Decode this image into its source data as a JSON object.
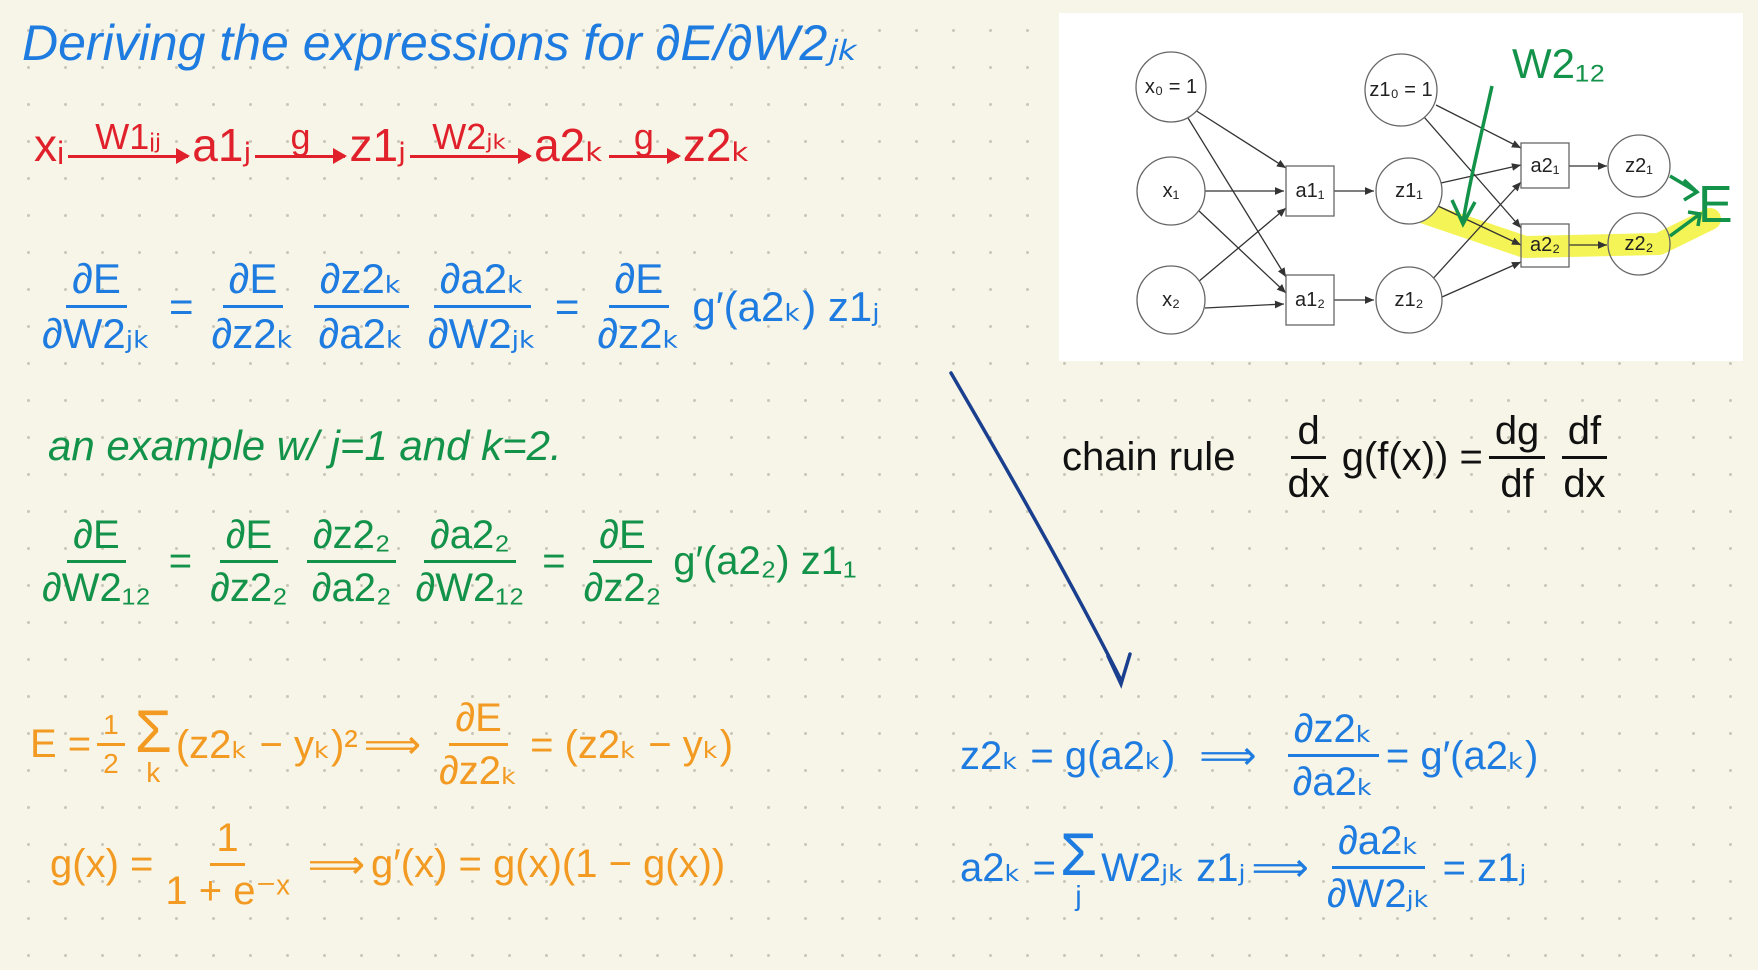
{
  "title": "Deriving the expressions for ∂E/∂W2ⱼₖ",
  "chain": {
    "nodes": [
      "xᵢ",
      "a1ⱼ",
      "z1ⱼ",
      "a2ₖ",
      "z2ₖ"
    ],
    "arrows": [
      "W1ᵢⱼ",
      "g",
      "W2ⱼₖ",
      "g"
    ]
  },
  "general_eq": {
    "lhs": {
      "num": "∂E",
      "den": "∂W2ⱼₖ"
    },
    "eq": "=",
    "f1": {
      "num": "∂E",
      "den": "∂z2ₖ"
    },
    "f2": {
      "num": "∂z2ₖ",
      "den": "∂a2ₖ"
    },
    "f3": {
      "num": "∂a2ₖ",
      "den": "∂W2ⱼₖ"
    },
    "f4": {
      "num": "∂E",
      "den": "∂z2ₖ"
    },
    "tail": "g′(a2ₖ) z1ⱼ"
  },
  "example_label": "an example w/ j=1 and k=2.",
  "example_eq": {
    "lhs": {
      "num": "∂E",
      "den": "∂W2₁₂"
    },
    "eq": "=",
    "f1": {
      "num": "∂E",
      "den": "∂z2₂"
    },
    "f2": {
      "num": "∂z2₂",
      "den": "∂a2₂"
    },
    "f3": {
      "num": "∂a2₂",
      "den": "∂W2₁₂"
    },
    "f4": {
      "num": "∂E",
      "den": "∂z2₂"
    },
    "tail": "g′(a2₂) z1₁"
  },
  "error_eq": {
    "lhs": "E =",
    "half": {
      "num": "1",
      "den": "2"
    },
    "sigma": "Σ",
    "sigma_index": "k",
    "term": "(z2ₖ − yₖ)²",
    "implies": "⟹",
    "frac": {
      "num": "∂E",
      "den": "∂z2ₖ"
    },
    "rhs": "= (z2ₖ − yₖ)"
  },
  "sigmoid_eq": {
    "lhs": "g(x) =",
    "frac": {
      "num": "1",
      "den": "1 + e⁻ˣ"
    },
    "implies": "⟹",
    "rhs": "g′(x) = g(x)(1 − g(x))"
  },
  "z_eq": {
    "lhs": "z2ₖ = g(a2ₖ)",
    "implies": "⟹",
    "frac": {
      "num": "∂z2ₖ",
      "den": "∂a2ₖ"
    },
    "rhs": "= g′(a2ₖ)"
  },
  "a_eq": {
    "lhs": "a2ₖ =",
    "sigma": "Σ",
    "sigma_index": "j",
    "term": "W2ⱼₖ z1ⱼ",
    "implies": "⟹",
    "frac": {
      "num": "∂a2ₖ",
      "den": "∂W2ⱼₖ"
    },
    "rhs": "= z1ⱼ"
  },
  "chain_rule": {
    "label": "chain rule",
    "d": {
      "num": "d",
      "den": "dx"
    },
    "mid": "g(f(x)) =",
    "f1": {
      "num": "dg",
      "den": "df"
    },
    "f2": {
      "num": "df",
      "den": "dx"
    }
  },
  "diagram": {
    "x0": "x₀ = 1",
    "x1": "x₁",
    "x2": "x₂",
    "a11": "a1₁",
    "a12": "a1₂",
    "z10": "z1₀ = 1",
    "z11": "z1₁",
    "z12": "z1₂",
    "a21": "a2₁",
    "a22": "a2₂",
    "z21": "z2₁",
    "z22": "z2₂",
    "weight_label": "W2₁₂",
    "error_label": "E",
    "highlight_color": "#f2f23a"
  },
  "colors": {
    "blue": "#1e7be0",
    "red": "#e0202a",
    "green": "#13924a",
    "orange": "#f29a22",
    "dark_blue": "#1a3f8f"
  }
}
